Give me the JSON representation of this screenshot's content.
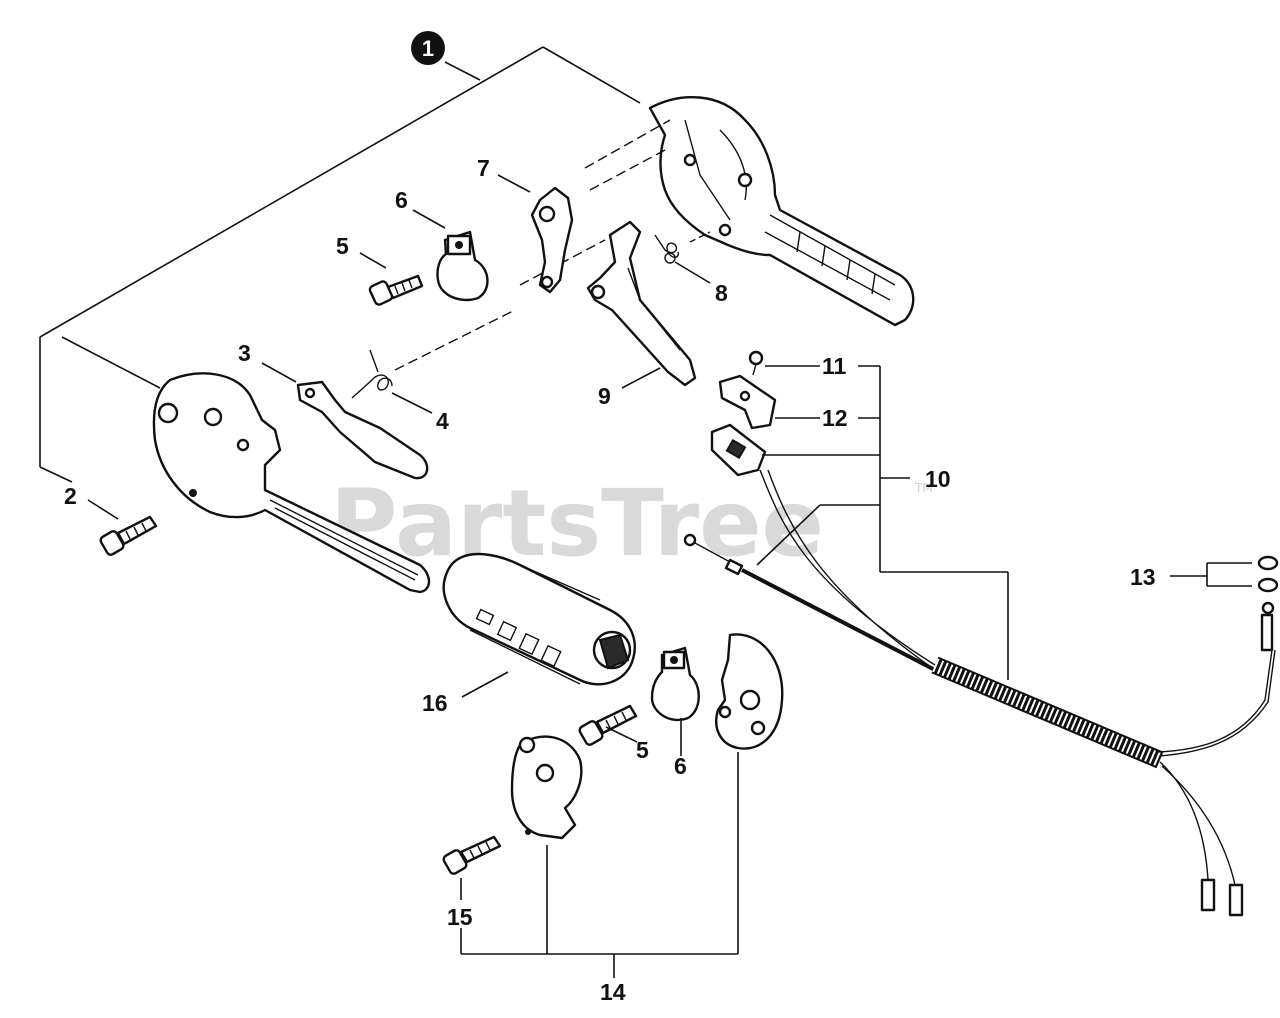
{
  "watermark": {
    "text": "PartsTree",
    "tm": "TM"
  },
  "assembly_badge": "1",
  "labels": {
    "p2": "2",
    "p3": "3",
    "p4": "4",
    "p5a": "5",
    "p6a": "6",
    "p7": "7",
    "p8": "8",
    "p9": "9",
    "p10": "10",
    "p11": "11",
    "p12": "12",
    "p13": "13",
    "p14": "14",
    "p15": "15",
    "p16": "16",
    "p5b": "5",
    "p6b": "6"
  }
}
